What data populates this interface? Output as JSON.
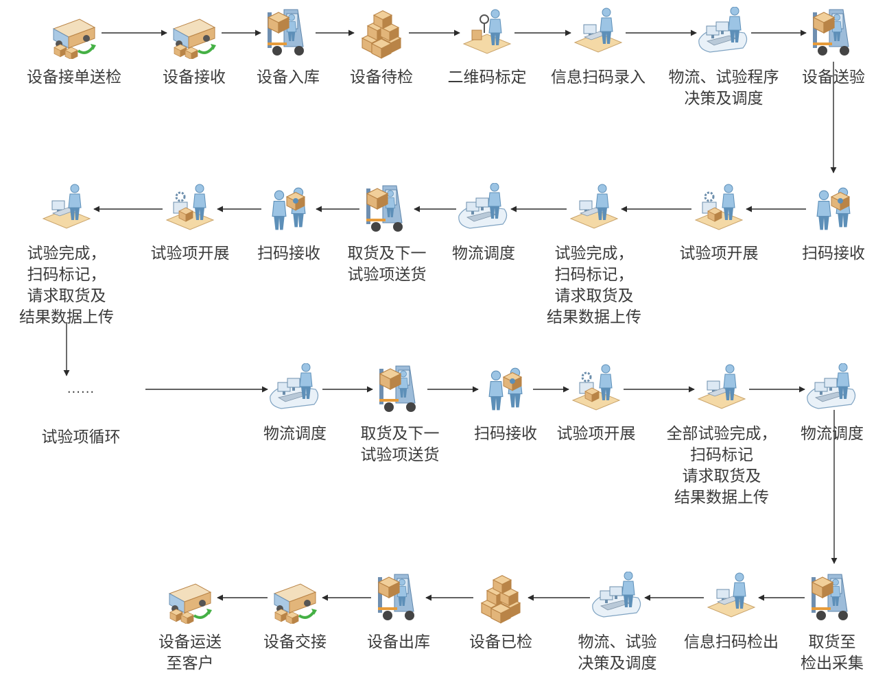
{
  "rows": [
    [
      {
        "id": "r1n1",
        "label": "设备接单送检",
        "icon": "delivery-truck-icon"
      },
      {
        "id": "r1n2",
        "label": "设备接收",
        "icon": "delivery-truck-icon"
      },
      {
        "id": "r1n3",
        "label": "设备入库",
        "icon": "forklift-icon"
      },
      {
        "id": "r1n4",
        "label": "设备待检",
        "icon": "boxes-icon"
      },
      {
        "id": "r1n5",
        "label": "二维码标定",
        "icon": "scan-station-icon"
      },
      {
        "id": "r1n6",
        "label": "信息扫码录入",
        "icon": "computer-workstation-icon"
      },
      {
        "id": "r1n7",
        "label": "物流、试验程序\n决策及调度",
        "icon": "control-desk-icon"
      },
      {
        "id": "r1n8",
        "label": "设备送验",
        "icon": "forklift-icon"
      }
    ],
    [
      {
        "id": "r2n1",
        "label": "扫码接收",
        "icon": "handover-people-icon"
      },
      {
        "id": "r2n2",
        "label": "试验项开展",
        "icon": "test-bench-icon"
      },
      {
        "id": "r2n3",
        "label": "试验完成，\n扫码标记，\n请求取货及\n结果数据上传",
        "icon": "computer-workstation-icon"
      },
      {
        "id": "r2n4",
        "label": "物流调度",
        "icon": "control-desk-icon"
      },
      {
        "id": "r2n5",
        "label": "取货及下一\n试验项送货",
        "icon": "forklift-icon"
      },
      {
        "id": "r2n6",
        "label": "扫码接收",
        "icon": "handover-people-icon"
      },
      {
        "id": "r2n7",
        "label": "试验项开展",
        "icon": "test-bench-icon"
      },
      {
        "id": "r2n8",
        "label": "试验完成，\n扫码标记，\n请求取货及\n结果数据上传",
        "icon": "computer-workstation-icon"
      }
    ],
    [
      {
        "id": "r3n1",
        "label": "试验项循环",
        "dots": "......",
        "icon": "none"
      },
      {
        "id": "r3n2",
        "label": "物流调度",
        "icon": "control-desk-icon"
      },
      {
        "id": "r3n3",
        "label": "取货及下一\n试验项送货",
        "icon": "forklift-icon"
      },
      {
        "id": "r3n4",
        "label": "扫码接收",
        "icon": "handover-people-icon"
      },
      {
        "id": "r3n5",
        "label": "试验项开展",
        "icon": "test-bench-icon"
      },
      {
        "id": "r3n6",
        "label": "全部试验完成，\n扫码标记\n请求取货及\n结果数据上传",
        "icon": "computer-workstation-icon"
      },
      {
        "id": "r3n7",
        "label": "物流调度",
        "icon": "control-desk-icon"
      }
    ],
    [
      {
        "id": "r4n1",
        "label": "取货至\n检出采集",
        "icon": "forklift-icon"
      },
      {
        "id": "r4n2",
        "label": "信息扫码检出",
        "icon": "computer-workstation-icon"
      },
      {
        "id": "r4n3",
        "label": "物流、试验\n决策及调度",
        "icon": "control-desk-icon"
      },
      {
        "id": "r4n4",
        "label": "设备已检",
        "icon": "boxes-icon"
      },
      {
        "id": "r4n5",
        "label": "设备出库",
        "icon": "forklift-icon"
      },
      {
        "id": "r4n6",
        "label": "设备交接",
        "icon": "delivery-truck-icon"
      },
      {
        "id": "r4n7",
        "label": "设备运送\n至客户",
        "icon": "delivery-truck-icon"
      }
    ]
  ],
  "colors": {
    "arrow": "#2b2b2b",
    "label": "#3a3a3a",
    "person": "#9cc4e4",
    "person_dark": "#5d8fb8",
    "box": "#e2b57a",
    "box_dark": "#b98447",
    "platform": "#f4d9a6",
    "forklift": "#7aa3c8",
    "green_arrow": "#45b045"
  }
}
